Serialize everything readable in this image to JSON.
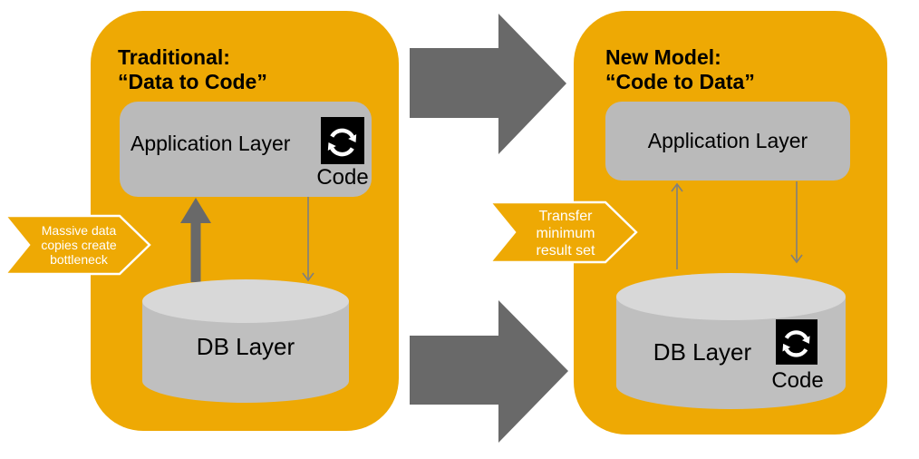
{
  "left_panel": {
    "title_line1": "Traditional:",
    "title_line2": "“Data to Code”",
    "app_layer_label": "Application Layer",
    "code_label": "Code",
    "db_layer_label": "DB Layer"
  },
  "right_panel": {
    "title_line1": "New Model:",
    "title_line2": "“Code to Data”",
    "app_layer_label": "Application Layer",
    "db_layer_label": "DB Layer",
    "code_label": "Code"
  },
  "callouts": {
    "left": {
      "line1": "Massive data",
      "line2": "copies create",
      "line3": "bottleneck"
    },
    "right": {
      "line1": "Transfer",
      "line2": "minimum",
      "line3": "result set"
    }
  },
  "icons": {
    "sync": "circular-refresh-arrows"
  },
  "colors": {
    "panel_orange": "#EEA904",
    "app_box_gray": "#BABABA",
    "cylinder_body": "#BFBFBF",
    "cylinder_top": "#D8D8D8",
    "flow_arrow_gray": "#696969",
    "thin_arrow_gray": "#7F7F7F",
    "text": "#000000",
    "callout_text": "#FFFFFF"
  }
}
